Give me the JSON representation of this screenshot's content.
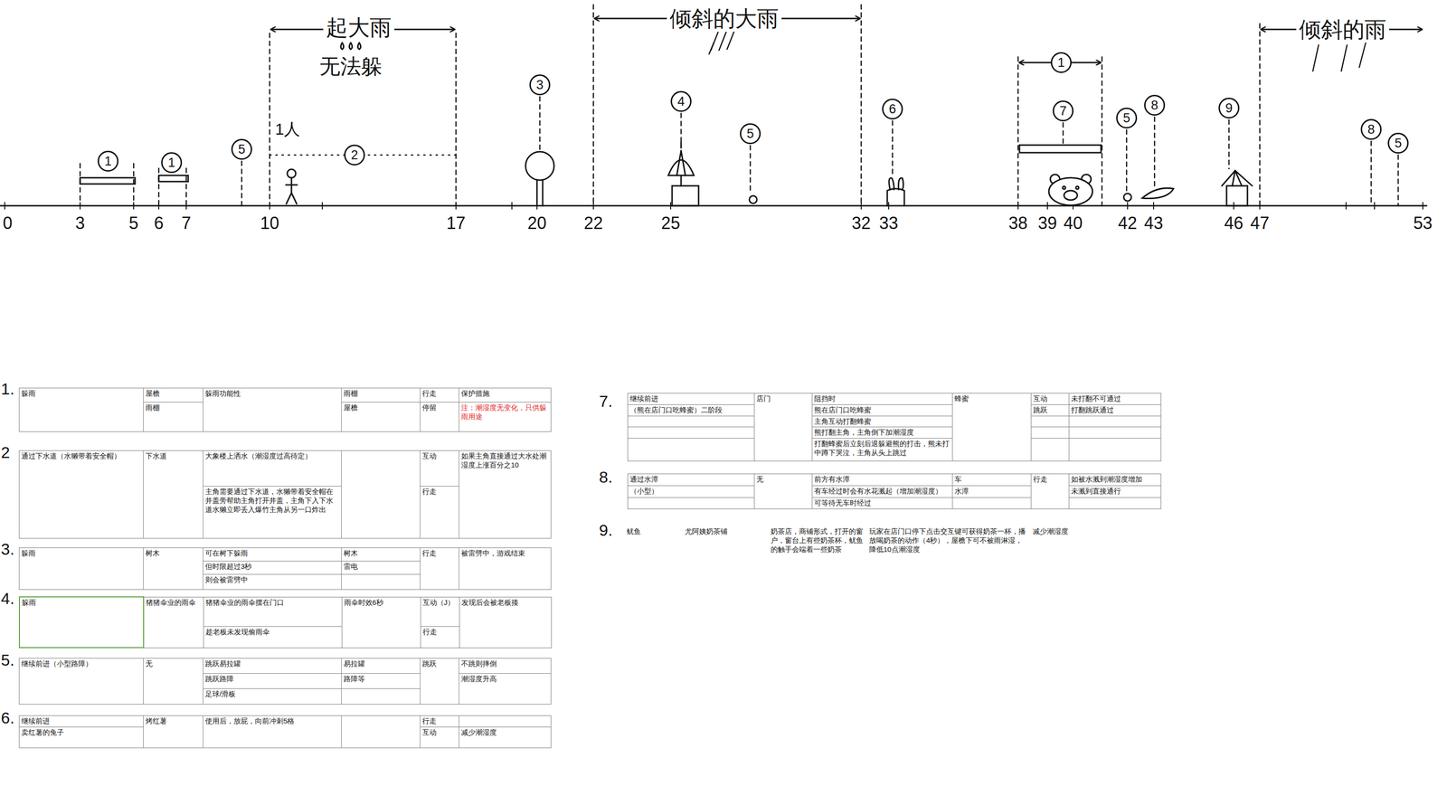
{
  "diagram": {
    "labels": [
      "0",
      "3",
      "5",
      "6",
      "7",
      "10",
      "17",
      "20",
      "22",
      "25",
      "32",
      "33",
      "38",
      "39",
      "40",
      "42",
      "43",
      "46",
      "47",
      "53",
      "起大雨",
      "无法躲",
      "倾斜的大雨",
      "倾斜的雨",
      "1人",
      "1",
      "1",
      "5",
      "2",
      "3",
      "4",
      "5",
      "6",
      "1",
      "7",
      "5",
      "8",
      "9",
      "8",
      "5",
      "1.",
      "2",
      "3.",
      "4.",
      "5.",
      "6.",
      "7.",
      "8.",
      "9.",
      "躲雨",
      "屋檐",
      "躲雨功能性",
      "雨棚",
      "行走",
      "保护措施",
      "雨棚",
      "屋檐",
      "停留",
      "注：潮湿度无变化，只供躲雨用途",
      "通过下水道（水獭带着安全帽）",
      "下水道",
      "大象楼上洒水（潮湿度过高待定）",
      "互动",
      "如果主角直接通过大水处潮湿度上涨百分之10",
      "主角需要通过下水道，水獭带着安全帽在井盖旁帮助主角打开井盖，主角下入下水道水獭立即丢入爆竹主角从另一口炸出",
      "行走",
      "躲雨",
      "树木",
      "可在树下躲雨",
      "树木",
      "行走",
      "被雷劈中，游戏结束",
      "但时限超过3秒",
      "雷电",
      "则会被雷劈中",
      "躲雨",
      "猪猪伞业的雨伞",
      "猪猪伞业的雨伞摆在门口",
      "雨伞时效6秒",
      "互动（J）",
      "发现后会被老板揍",
      "趁老板未发现偷雨伞",
      "行走",
      "继续前进（小型路障）",
      "无",
      "跳跃易拉罐",
      "易拉罐",
      "跳跃",
      "不跳则摔倒",
      "跳跃路障",
      "路障等",
      "潮湿度升高",
      "足球/滑板",
      "继续前进",
      "烤红薯",
      "使用后，放屁，向前冲刺5格",
      "行走",
      "卖红薯的兔子",
      "互动",
      "减少潮湿度",
      "继续前进",
      "店门",
      "阻挡时",
      "蜂蜜",
      "互动",
      "未打翻不可通过",
      "（熊在店门口吃蜂蜜）二阶段",
      "熊在店门口吃蜂蜜",
      "跳跃",
      "打翻跳跃通过",
      "主角互动打翻蜂蜜",
      "熊打翻主角，主角倒下加潮湿度",
      "打翻蜂蜜后立刻后退躲避熊的打击，熊未打中蹲下哭泣，主角从头上跳过",
      "通过水潭",
      "无",
      "前方有水潭",
      "车",
      "行走",
      "如被水溅到潮湿度增加",
      "（小型）",
      "有车经过时会有水花溅起（增加潮湿度）",
      "水潭",
      "未溅到直接通行",
      "可等待无车时经过",
      "鱿鱼",
      "尤阿姨奶茶铺",
      "奶茶店，商铺形式，打开的窗户，窗台上有些奶茶杯，鱿鱼的触手会端着一些奶茶",
      "玩家在店门口停下点击交互键可获得奶茶一杯，播放喝奶茶的动作（4秒），屋檐下可不被雨淋湿，降低10点潮湿度",
      "减少潮湿度"
    ]
  }
}
